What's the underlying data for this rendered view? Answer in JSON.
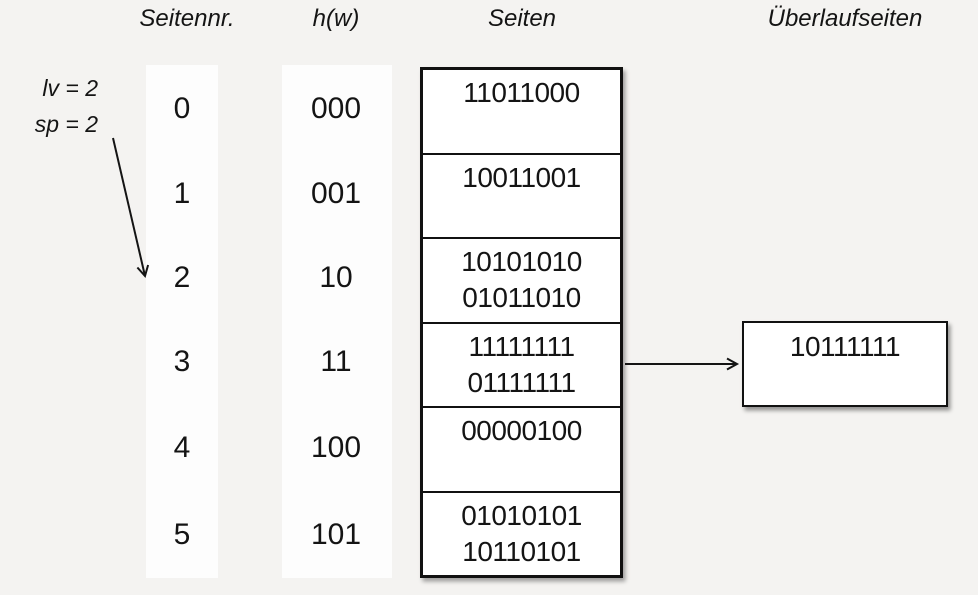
{
  "canvas": {
    "background": "#f4f3f1",
    "ink": "#141414",
    "border_color": "#111111"
  },
  "headers": {
    "seitennr": "Seitennr.",
    "hw": "h(w)",
    "seiten": "Seiten",
    "ueberlaufseiten": "Überlaufseiten"
  },
  "state": {
    "lv": "lv = 2",
    "sp": "sp = 2"
  },
  "table": {
    "page_numbers": [
      "0",
      "1",
      "2",
      "3",
      "4",
      "5"
    ],
    "hash_values": [
      "000",
      "001",
      "10",
      "11",
      "100",
      "101"
    ],
    "pages": [
      [
        "11011000"
      ],
      [
        "10011001"
      ],
      [
        "10101010",
        "01011010"
      ],
      [
        "11111111",
        "01111111"
      ],
      [
        "00000100"
      ],
      [
        "01010101",
        "10110101"
      ]
    ]
  },
  "overflow": {
    "page": [
      "10111111"
    ],
    "linked_from_page_number": "3"
  },
  "arrows": {
    "split_pointer_target": "2",
    "overflow_link_source_row": "3"
  }
}
